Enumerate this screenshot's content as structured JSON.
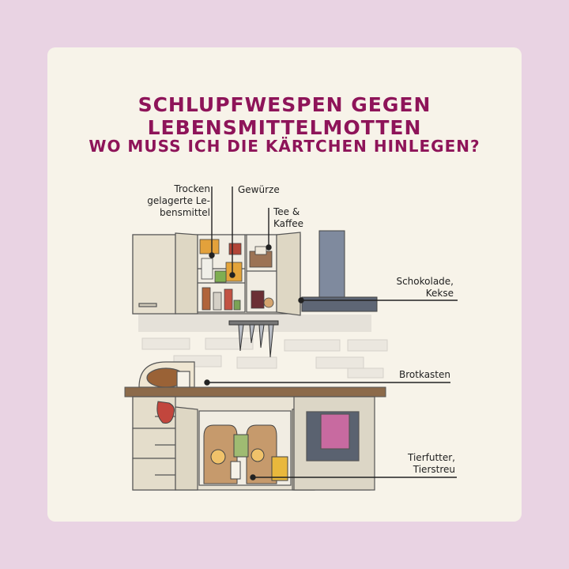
{
  "title": "SCHLUPFWESPEN GEGEN LEBENSMITTELMOTTEN",
  "subtitle": "WO MUSS ICH DIE KÄRTCHEN HINLEGEN?",
  "labels": {
    "trocken": [
      "Trocken",
      "gelagerte Le-",
      "bensmittel"
    ],
    "gewuerze": "Gewürze",
    "tee": [
      "Tee &",
      "Kaffee"
    ],
    "schokolade": [
      "Schokolade,",
      "Kekse"
    ],
    "brotkasten": "Brotkasten",
    "tierfutter": [
      "Tierfutter,",
      "Tierstreu"
    ]
  },
  "colors": {
    "background": "#e9d3e3",
    "card": "#f7f3e9",
    "title": "#8e1459"
  }
}
